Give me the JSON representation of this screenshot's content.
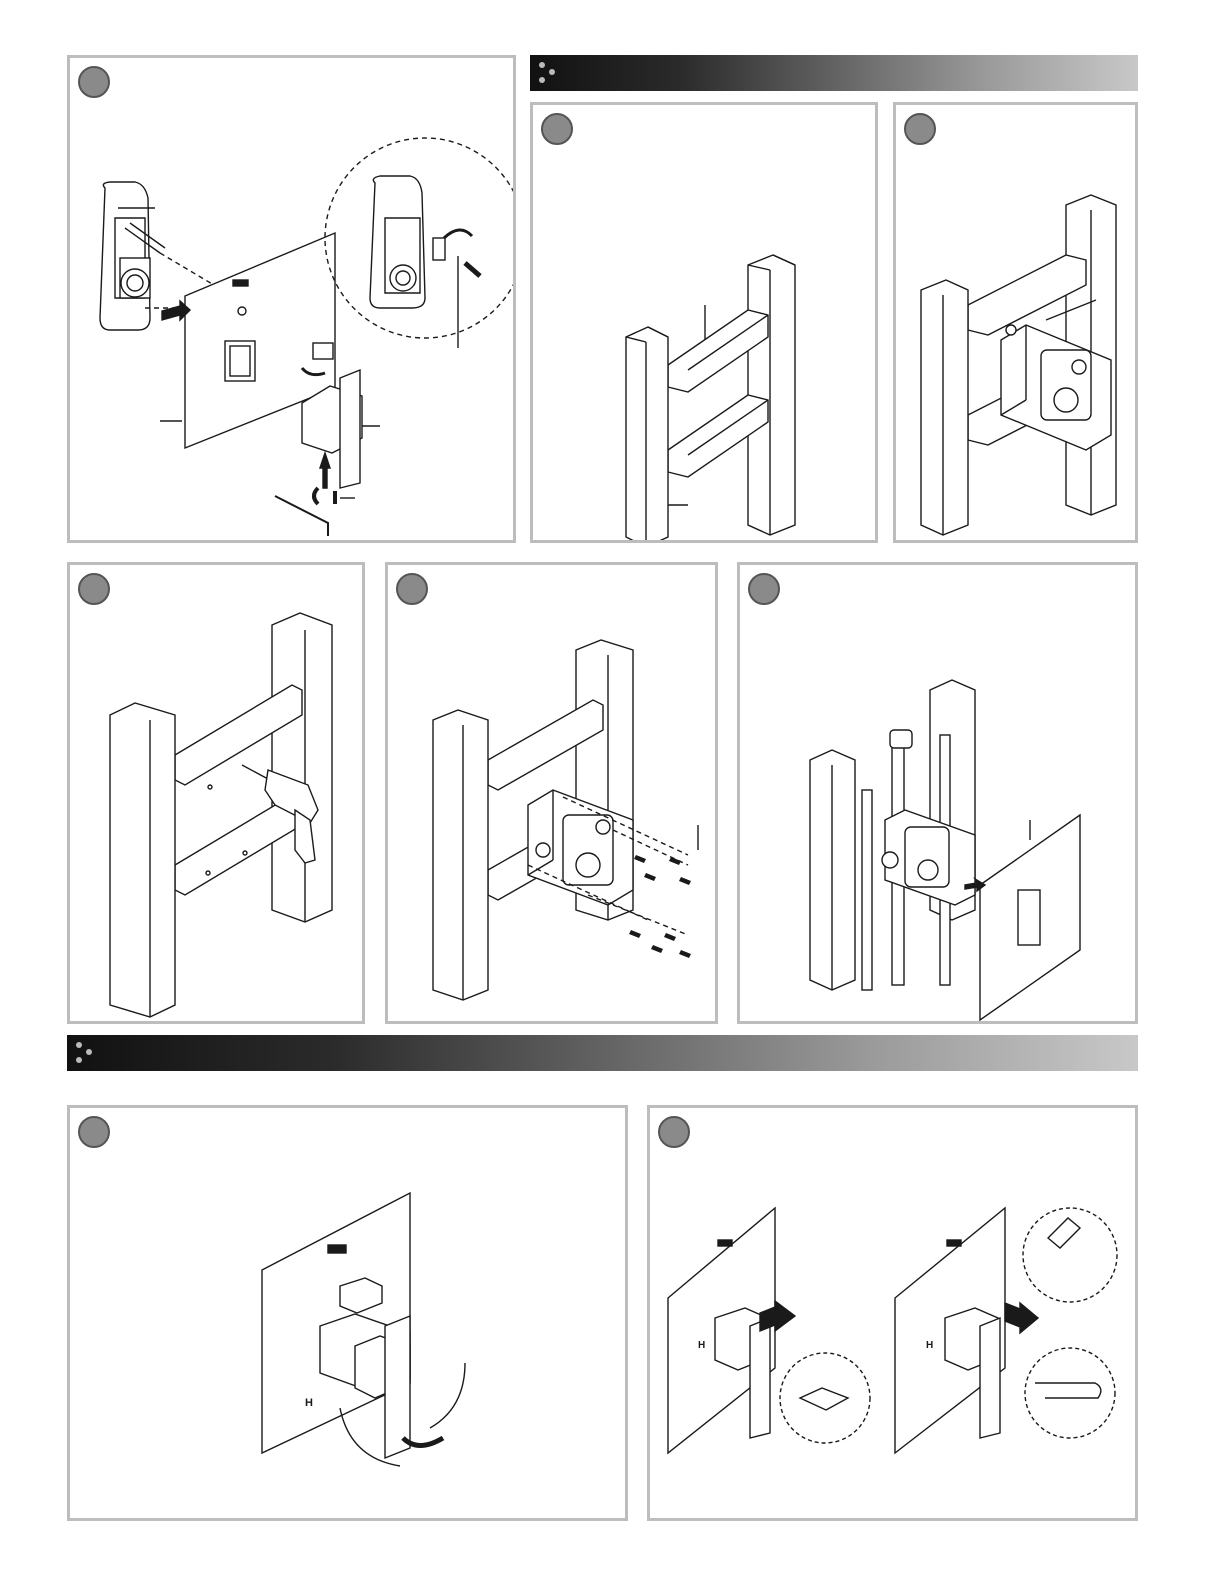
{
  "page": {
    "background": "#ffffff"
  },
  "colors": {
    "panel_border": "#bdbdbd",
    "step_circle": "#8a8a8a",
    "line_art": "#1a1a1a"
  },
  "banners": [
    {
      "id": "banner-top",
      "title": "",
      "icon": "three-dots-icon"
    },
    {
      "id": "banner-middle",
      "title": "",
      "icon": "three-dots-icon"
    }
  ],
  "panels": [
    {
      "id": "panel-1",
      "step": "",
      "caption": ""
    },
    {
      "id": "panel-2",
      "step": "",
      "caption": ""
    },
    {
      "id": "panel-3",
      "step": "",
      "caption": ""
    },
    {
      "id": "panel-4",
      "step": "",
      "caption": ""
    },
    {
      "id": "panel-5",
      "step": "",
      "caption": ""
    },
    {
      "id": "panel-6",
      "step": "",
      "caption": ""
    },
    {
      "id": "panel-7",
      "step": "",
      "caption": ""
    },
    {
      "id": "panel-8",
      "step": "",
      "caption": ""
    }
  ],
  "labels": {
    "hot_mark": "H"
  },
  "icons": [
    "handle-icon",
    "valve-body-icon",
    "wall-plate-icon",
    "wooden-stud-icon",
    "drill-icon",
    "screw-icon",
    "allen-key-icon",
    "rotate-arrow-icon",
    "push-arrow-icon",
    "pipe-icon",
    "shower-head-icon",
    "hand-shower-icon",
    "tub-spout-icon"
  ]
}
